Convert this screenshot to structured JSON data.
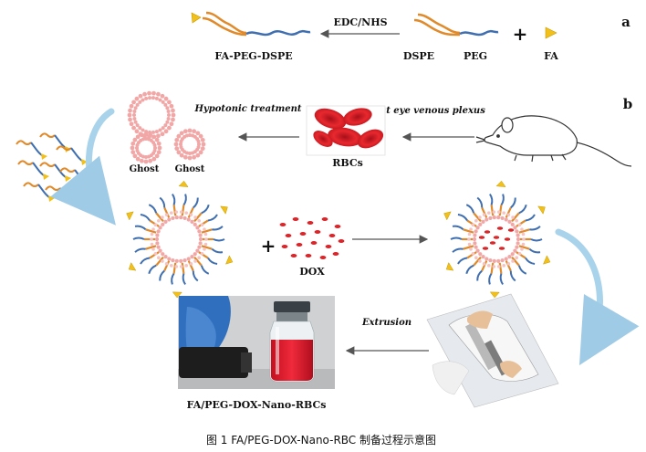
{
  "panel_a": {
    "letter": "a",
    "reagent": "EDC/NHS",
    "product": "FA-PEG-DSPE",
    "peg": "PEG",
    "dspe": "DSPE",
    "fa": "FA",
    "plus": "+"
  },
  "panel_b": {
    "letter": "b",
    "rat_step": "Rat eye venous plexus",
    "rbcs": "RBCs",
    "hypotonic": "Hypotonic treatment",
    "ghost": "Ghost",
    "plus": "+",
    "dox": "DOX",
    "extrusion": "Extrusion",
    "final_product": "FA/PEG-DOX-Nano-RBCs"
  },
  "caption": "图 1 FA/PEG-DOX-Nano-RBC 制备过程示意图",
  "colors": {
    "peg_blue": "#3f6fb0",
    "dspe_orange": "#e08a2a",
    "fa_yellow": "#f2c01a",
    "rbc_red": "#d8262a",
    "membrane_pink": "#f2a7a7",
    "curve_arrow": "#a9d3ea"
  }
}
